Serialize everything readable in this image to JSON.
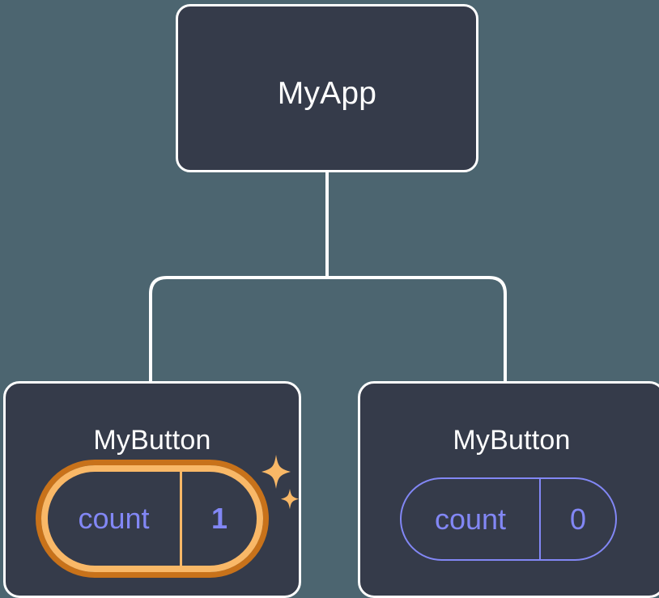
{
  "diagram": {
    "type": "component-tree",
    "background_color": "#4c6570",
    "node_fill": "#353b4a",
    "node_border": "#ffffff",
    "connector_color": "#ffffff",
    "accent_colors": {
      "state_text": "#8287f5",
      "highlight_outer": "#c8721a",
      "highlight_inner": "#f9b867",
      "sparkle": "#f9b867"
    }
  },
  "root": {
    "title": "MyApp"
  },
  "children": [
    {
      "title": "MyButton",
      "state": {
        "key": "count",
        "value": "1"
      },
      "highlighted": true,
      "sparkle_icon": "sparkles-icon"
    },
    {
      "title": "MyButton",
      "state": {
        "key": "count",
        "value": "0"
      },
      "highlighted": false
    }
  ]
}
